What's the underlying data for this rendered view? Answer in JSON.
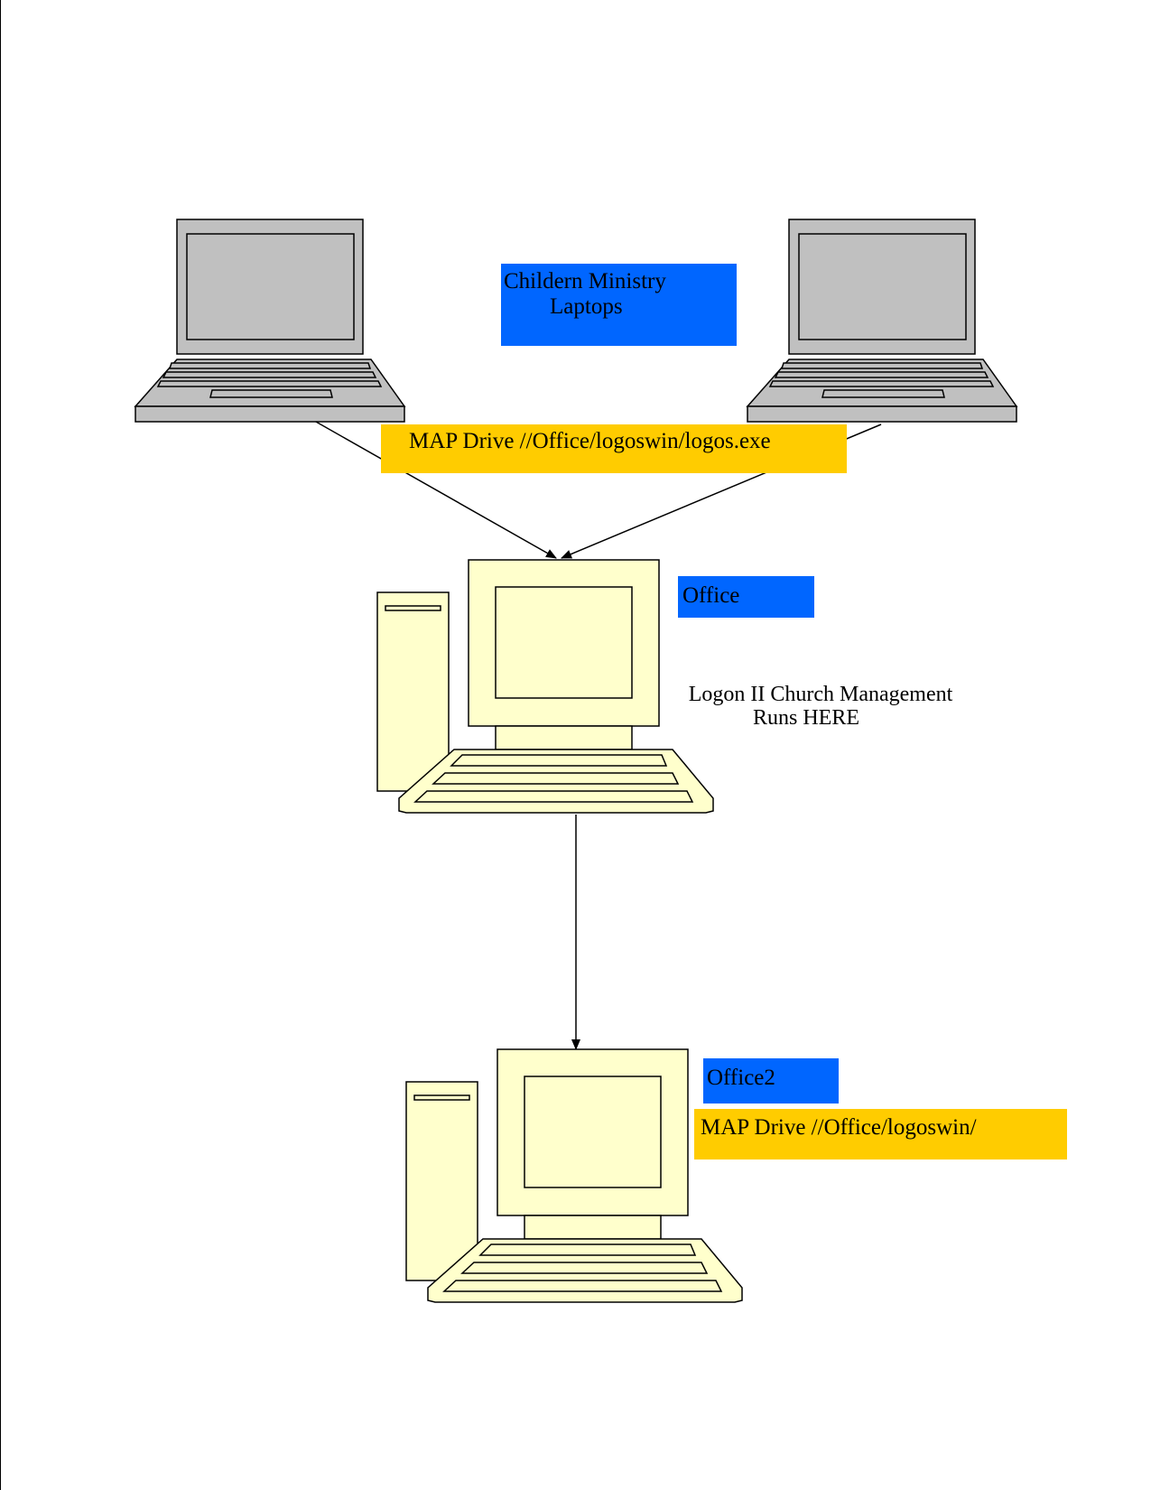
{
  "diagram": {
    "nodes": {
      "laptop_left": {
        "kind": "laptop"
      },
      "laptop_right": {
        "kind": "laptop"
      },
      "office": {
        "kind": "desktop-computer",
        "label": "Office"
      },
      "office2": {
        "kind": "desktop-computer",
        "label": "Office2"
      }
    },
    "labels": {
      "laptops_group": {
        "line1": "Childern Ministry",
        "line2": "Laptops"
      },
      "laptop_map_drive": "MAP Drive //Office/logoswin/logos.exe",
      "office_note": {
        "line1": "Logon II Church Management",
        "line2": "Runs HERE"
      },
      "office2_map_drive": "MAP Drive //Office/logoswin/"
    },
    "edges": [
      {
        "from": "laptop_left",
        "to": "office",
        "arrow": "end"
      },
      {
        "from": "laptop_right",
        "to": "office",
        "arrow": "end"
      },
      {
        "from": "office",
        "to": "office2",
        "arrow": "end"
      }
    ],
    "colors": {
      "label_blue": "#0066ff",
      "label_gold": "#ffcc00",
      "laptop_body": "#c0c0c0",
      "desktop_body": "#ffffcc",
      "outline": "#000000"
    }
  }
}
